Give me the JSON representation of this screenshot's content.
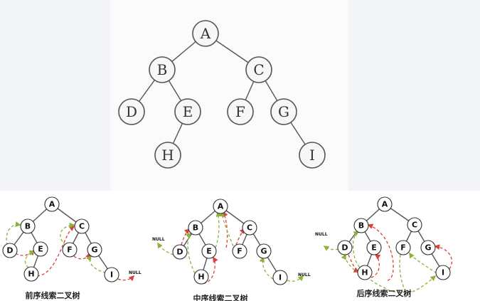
{
  "main_tree": {
    "nodes": {
      "A": "A",
      "B": "B",
      "C": "C",
      "D": "D",
      "E": "E",
      "F": "F",
      "G": "G",
      "H": "H",
      "I": "I"
    }
  },
  "threaded_trees": [
    {
      "caption": "前序线索二叉树",
      "null_labels": [
        "NULL"
      ]
    },
    {
      "caption": "中序线索二叉树",
      "null_labels": [
        "NULL",
        "NULL"
      ]
    },
    {
      "caption": "后序线索二叉树",
      "null_labels": [
        "NULL"
      ]
    }
  ],
  "colors": {
    "successor_thread": "#d9403a",
    "predecessor_thread": "#8db23a",
    "node_stroke": "#555555"
  }
}
